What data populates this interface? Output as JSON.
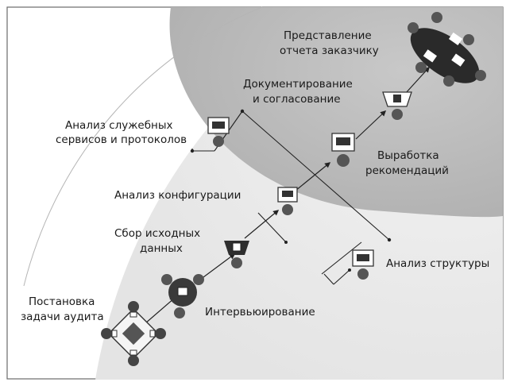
{
  "stages": {
    "problem_statement": [
      "Постановка",
      "задачи аудита"
    ],
    "interviewing": [
      "Интервьюирование"
    ],
    "data_collection": [
      "Сбор  исходных",
      "данных"
    ],
    "config_analysis": [
      "Анализ конфигурации"
    ],
    "services_analysis": [
      "Анализ  служебных",
      "сервисов и протоколов"
    ],
    "documenting": [
      "Документирование",
      "и согласование"
    ],
    "recommendations": [
      "Выработка",
      "рекомендаций"
    ],
    "report": [
      "Представление",
      "отчета заказчику"
    ],
    "structure_analysis": [
      "Анализ структуры"
    ]
  },
  "colors": {
    "background": "#ffffff",
    "light_band": "#ececec",
    "dark_zone": "#bdbdbd",
    "line": "#222222",
    "figure": "#3a3a3a"
  }
}
